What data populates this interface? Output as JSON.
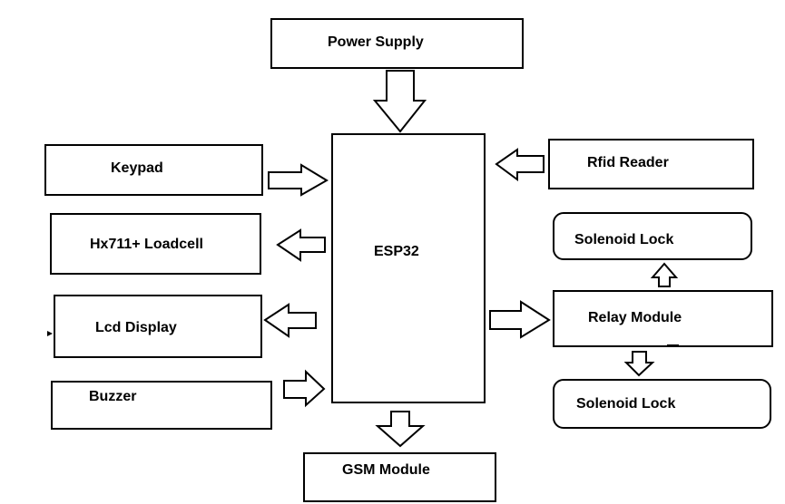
{
  "diagram": {
    "nodes": {
      "power_supply": "Power Supply",
      "keypad": "Keypad",
      "loadcell": "Hx711+ Loadcell",
      "lcd": "Lcd Display",
      "buzzer": "Buzzer",
      "esp32": "ESP32",
      "gsm": "GSM Module",
      "rfid": "Rfid Reader",
      "solenoid_top": "Solenoid Lock",
      "relay": "Relay Module",
      "solenoid_bottom": "Solenoid Lock"
    }
  }
}
